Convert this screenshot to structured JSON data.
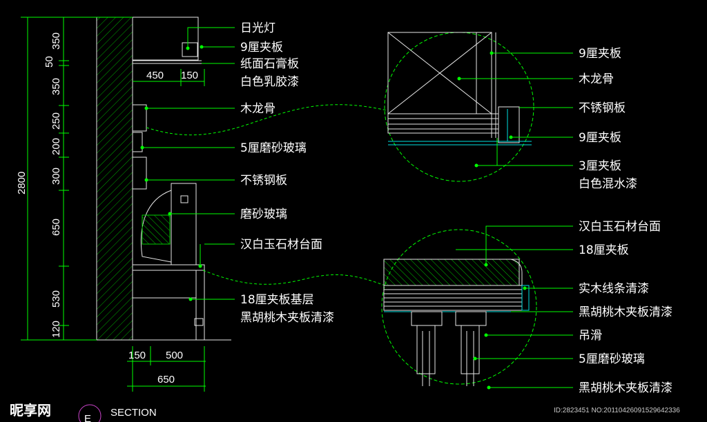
{
  "elevation_labels": [
    "日光灯",
    "9厘夹板",
    "纸面石膏板",
    "白色乳胶漆",
    "木龙骨",
    "5厘磨砂玻璃",
    "不锈钢板",
    "磨砂玻璃",
    "汉白玉石材台面",
    "18厘夹板基层",
    "黑胡桃木夹板清漆"
  ],
  "detail_top_labels": [
    "9厘夹板",
    "木龙骨",
    "不锈钢板",
    "9厘夹板",
    "3厘夹板",
    "白色混水漆"
  ],
  "detail_bottom_labels": [
    "汉白玉石材台面",
    "18厘夹板",
    "实木线条清漆",
    "黑胡桃木夹板清漆",
    "吊滑",
    "5厘磨砂玻璃",
    "黑胡桃木夹板清漆"
  ],
  "vertical_dims": [
    "350",
    "50",
    "350",
    "250",
    "200",
    "300",
    "650",
    "530",
    "120"
  ],
  "overall_height": "2800",
  "top_dims": [
    "450",
    "150"
  ],
  "bottom_dims": [
    "150",
    "500",
    "650"
  ],
  "section_title": "SECTION",
  "section_letter": "E",
  "watermark": "昵享网",
  "image_id": "ID:2823451 NO:20110426091529642336",
  "colors": {
    "leader": "#00ff00",
    "line": "#e8e8e8",
    "accent": "#00e0e0",
    "text": "#ffffff",
    "bg": "#000000"
  }
}
